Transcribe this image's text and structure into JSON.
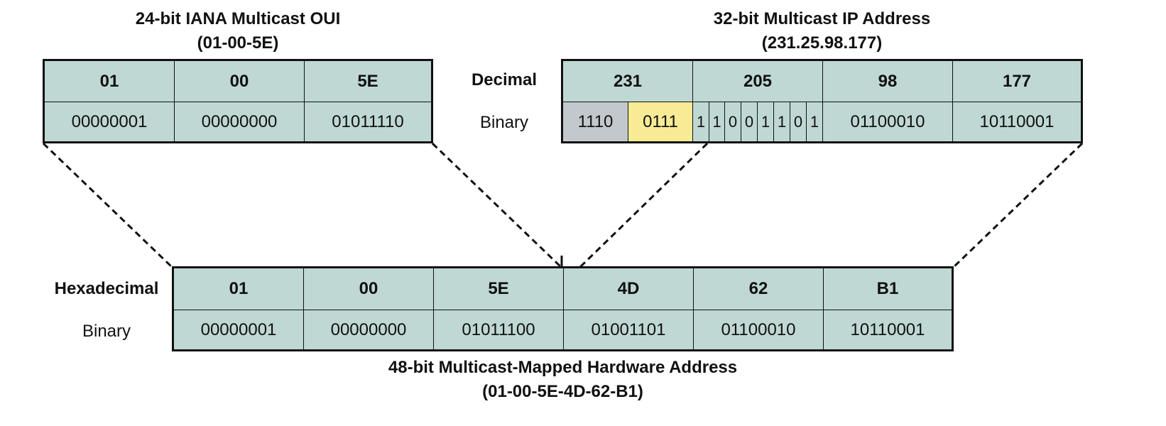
{
  "oui": {
    "title_line1": "24-bit IANA Multicast OUI",
    "title_line2": "(01-00-5E)",
    "hex": [
      "01",
      "00",
      "5E"
    ],
    "binary": [
      "00000001",
      "00000000",
      "01011110"
    ]
  },
  "ip": {
    "title_line1": "32-bit Multicast IP Address",
    "title_line2": "(231.25.98.177)",
    "decimal_label": "Decimal",
    "binary_label": "Binary",
    "decimal": [
      "231",
      "205",
      "98",
      "177"
    ],
    "first_octet_parts": [
      "1110",
      "0111"
    ],
    "second_octet_bits": [
      "1",
      "1",
      "0",
      "0",
      "1",
      "1",
      "0",
      "1"
    ],
    "binary_rest": [
      "01100010",
      "10110001"
    ],
    "colors": {
      "gray": "#c3c8cc",
      "yellow": "#f7ec95",
      "cell": "#bfd8d4"
    }
  },
  "mac": {
    "hex_label": "Hexadecimal",
    "binary_label": "Binary",
    "hex": [
      "01",
      "00",
      "5E",
      "4D",
      "62",
      "B1"
    ],
    "binary": [
      "00000001",
      "00000000",
      "01011100",
      "01001101",
      "01100010",
      "10110001"
    ],
    "title_line1": "48-bit Multicast-Mapped Hardware Address",
    "title_line2": "(01-00-5E-4D-62-B1)"
  }
}
